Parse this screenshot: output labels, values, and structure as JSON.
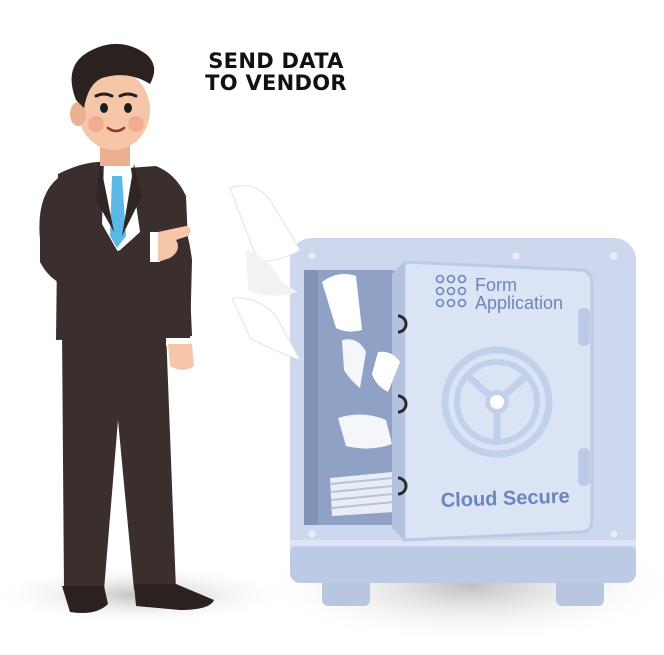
{
  "heading": {
    "line1": "SEND DATA",
    "line2": "TO VENDOR"
  },
  "safe": {
    "brand_line1": "Form",
    "brand_line2": "Application",
    "label": "Cloud Secure"
  },
  "colors": {
    "safe_body": "#cdd8ee",
    "safe_interior": "#8fa2c6",
    "safe_text": "#6b86bc",
    "suit": "#3a2f2d",
    "tie": "#5bb8e8",
    "skin": "#f6c6a8",
    "hair": "#2b211f"
  },
  "icons": [
    "businessman-illustration",
    "safe-illustration",
    "paper-sheet-icon",
    "dial-wheel-icon"
  ]
}
